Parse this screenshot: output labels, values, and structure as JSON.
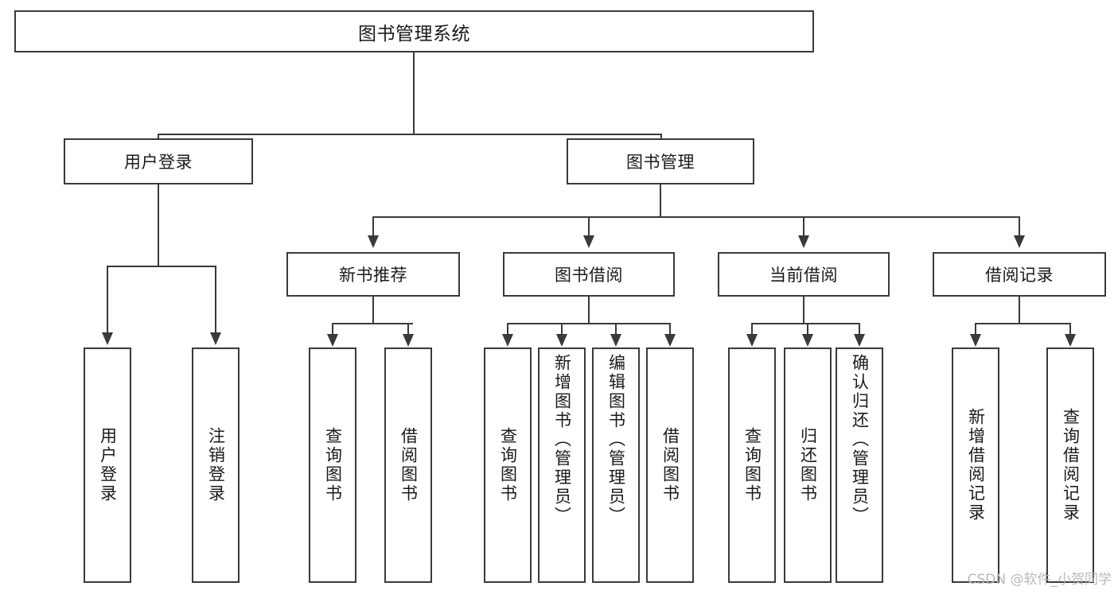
{
  "diagram": {
    "title": "图书管理系统",
    "root": {
      "label": "图书管理系统"
    },
    "level2": [
      {
        "label": "用户登录"
      },
      {
        "label": "图书管理"
      }
    ],
    "groups": [
      {
        "label": "新书推荐"
      },
      {
        "label": "图书借阅"
      },
      {
        "label": "当前借阅"
      },
      {
        "label": "借阅记录"
      }
    ],
    "leaves": {
      "user_login": [
        {
          "label": "用户登录"
        },
        {
          "label": "注销登录"
        }
      ],
      "new_book_recommend": [
        {
          "label": "查询图书"
        },
        {
          "label": "借阅图书"
        }
      ],
      "book_borrow": [
        {
          "label": "查询图书"
        },
        {
          "label": "新增图书（管理员）"
        },
        {
          "label": "编辑图书（管理员）"
        },
        {
          "label": "借阅图书"
        }
      ],
      "current_borrow": [
        {
          "label": "查询图书"
        },
        {
          "label": "归还图书"
        },
        {
          "label": "确认归还（管理员）"
        }
      ],
      "borrow_record": [
        {
          "label": "新增借阅记录"
        },
        {
          "label": "查询借阅记录"
        }
      ]
    }
  },
  "watermark": {
    "text": "CSDN @软件_小贺同学"
  },
  "colors": {
    "stroke": "#3a3a3a",
    "background": "#ffffff",
    "text": "#1a1a1a",
    "watermark": "#b9b9b9"
  }
}
